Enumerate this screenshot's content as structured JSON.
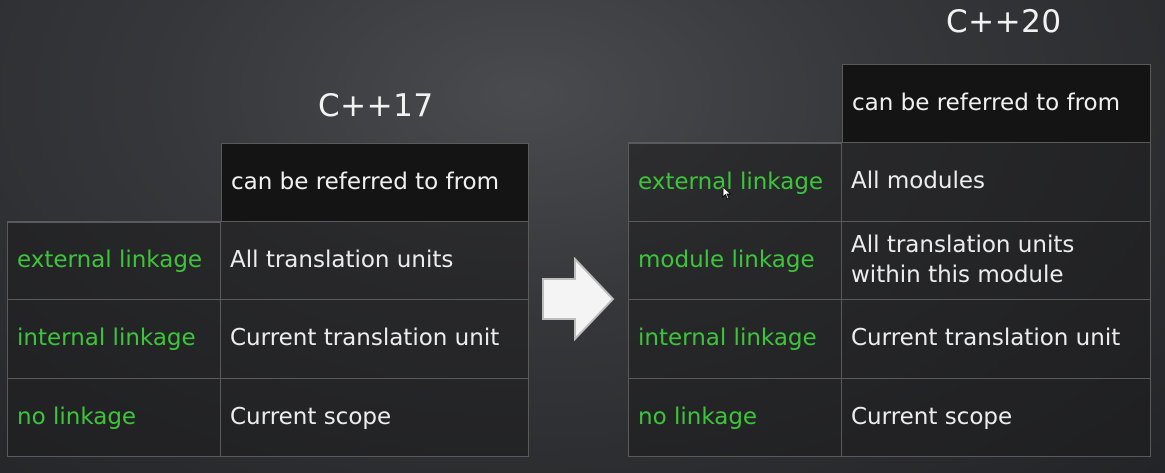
{
  "left_table": {
    "title": "C++17",
    "header": "can be referred to from",
    "rows": [
      {
        "label": "external linkage",
        "value": "All translation units"
      },
      {
        "label": "internal linkage",
        "value": "Current translation unit"
      },
      {
        "label": "no linkage",
        "value": "Current scope"
      }
    ]
  },
  "right_table": {
    "title": "C++20",
    "header": "can be referred to from",
    "rows": [
      {
        "label": "external linkage",
        "value": "All modules"
      },
      {
        "label": "module linkage",
        "value": "All translation units within this module"
      },
      {
        "label": "internal linkage",
        "value": "Current translation unit"
      },
      {
        "label": "no linkage",
        "value": "Current scope"
      }
    ]
  },
  "icons": {
    "arrow": "right-arrow-icon",
    "cursor": "mouse-cursor-icon"
  },
  "colors": {
    "label_green": "#3cc43a",
    "header_bg": "#141414",
    "text": "#ececec"
  }
}
